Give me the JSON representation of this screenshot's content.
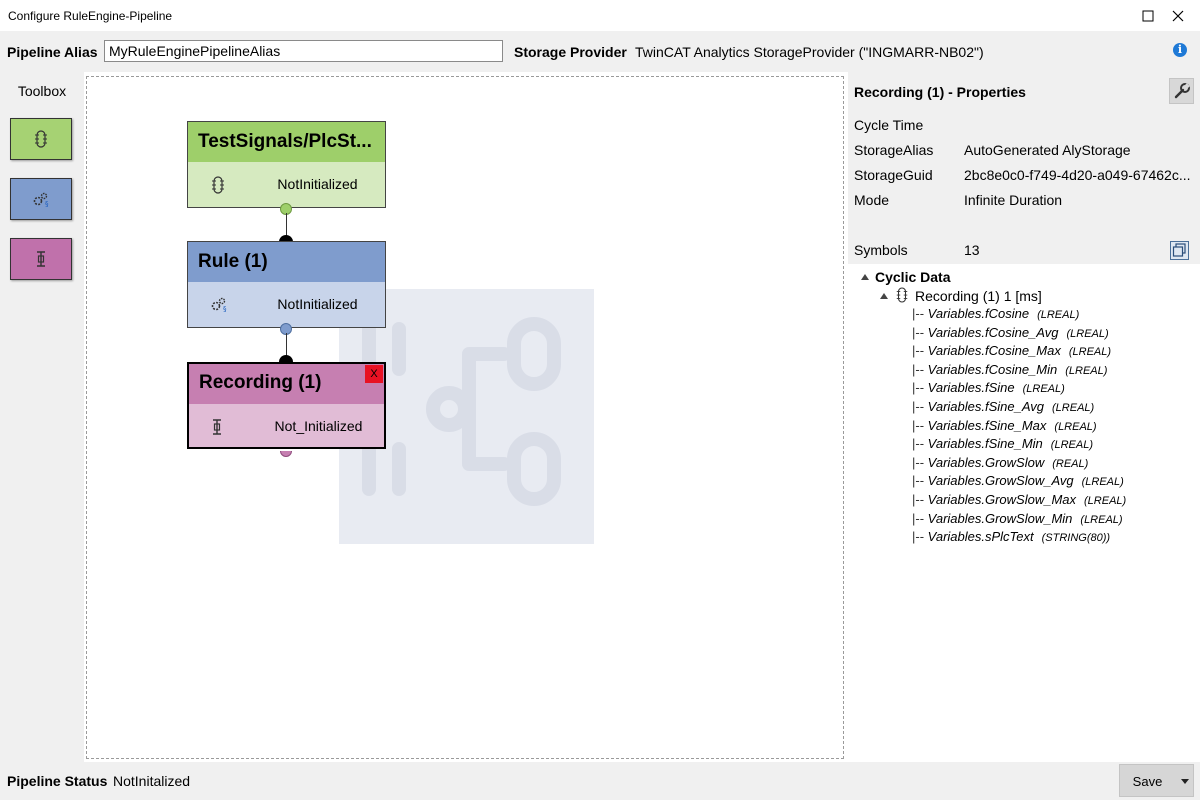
{
  "window": {
    "title": "Configure RuleEngine-Pipeline"
  },
  "topbar": {
    "alias_label": "Pipeline Alias",
    "alias_value": "MyRuleEnginePipelineAlias",
    "storage_label": "Storage Provider",
    "storage_value": "TwinCAT Analytics StorageProvider (\"INGMARR-NB02\")"
  },
  "toolbox": {
    "label": "Toolbox",
    "tools": [
      {
        "icon": "input-source-icon",
        "color": "#a6d273"
      },
      {
        "icon": "rule-gears-icon",
        "color": "#7f9ccd"
      },
      {
        "icon": "recording-icon",
        "color": "#c071ab"
      }
    ]
  },
  "pipeline": {
    "nodes": [
      {
        "title": "TestSignals/PlcSt...",
        "status": "NotInitialized",
        "icon": "input-source-icon",
        "header_color": "#9ecf6a",
        "body_color": "#d6eac0"
      },
      {
        "title": "Rule (1)",
        "status": "NotInitialized",
        "icon": "rule-gears-icon",
        "header_color": "#7f9ccd",
        "body_color": "#c8d4ea"
      },
      {
        "title": "Recording (1)",
        "status": "Not_Initialized",
        "icon": "recording-icon",
        "header_color": "#c67fb1",
        "body_color": "#e1bcd6",
        "close_label": "X"
      }
    ]
  },
  "properties": {
    "title": "Recording (1)  - Properties",
    "rows": [
      {
        "key": "Cycle Time",
        "value": ""
      },
      {
        "key": "StorageAlias",
        "value": "AutoGenerated AlyStorage"
      },
      {
        "key": "StorageGuid",
        "value": "2bc8e0c0-f749-4d20-a049-67462c..."
      },
      {
        "key": "Mode",
        "value": "Infinite Duration"
      }
    ],
    "symbols_label": "Symbols",
    "symbols_value": "13"
  },
  "tree": {
    "root": "Cyclic Data",
    "child": "Recording (1)  1 [ms]",
    "prefix": "|-- ",
    "variables": [
      {
        "name": "Variables.fCosine",
        "type": "(LREAL)"
      },
      {
        "name": "Variables.fCosine_Avg",
        "type": "(LREAL)"
      },
      {
        "name": "Variables.fCosine_Max",
        "type": "(LREAL)"
      },
      {
        "name": "Variables.fCosine_Min",
        "type": "(LREAL)"
      },
      {
        "name": "Variables.fSine",
        "type": "(LREAL)"
      },
      {
        "name": "Variables.fSine_Avg",
        "type": "(LREAL)"
      },
      {
        "name": "Variables.fSine_Max",
        "type": "(LREAL)"
      },
      {
        "name": "Variables.fSine_Min",
        "type": "(LREAL)"
      },
      {
        "name": "Variables.GrowSlow",
        "type": "(REAL)"
      },
      {
        "name": "Variables.GrowSlow_Avg",
        "type": "(LREAL)"
      },
      {
        "name": "Variables.GrowSlow_Max",
        "type": "(LREAL)"
      },
      {
        "name": "Variables.GrowSlow_Min",
        "type": "(LREAL)"
      },
      {
        "name": "Variables.sPlcText",
        "type": "(STRING(80))"
      }
    ]
  },
  "statusbar": {
    "label": "Pipeline Status",
    "value": "NotInitalized",
    "save_label": "Save"
  }
}
